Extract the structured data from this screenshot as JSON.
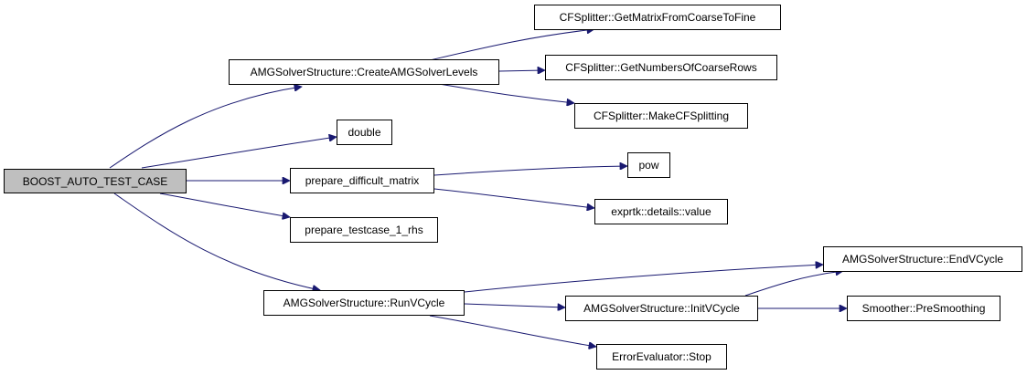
{
  "colors": {
    "edge": "#191970",
    "root_fill": "#bfbfbf",
    "node_fill": "#ffffff",
    "border": "#000000"
  },
  "nodes": {
    "boost_auto_test_case": "BOOST_AUTO_TEST_CASE",
    "create_amg_solver_levels": "AMGSolverStructure::CreateAMGSolverLevels",
    "get_matrix_from_coarse_to_fine": "CFSplitter::GetMatrixFromCoarseToFine",
    "get_numbers_of_coarse_rows": "CFSplitter::GetNumbersOfCoarseRows",
    "make_cf_splitting": "CFSplitter::MakeCFSplitting",
    "double": "double",
    "prepare_difficult_matrix": "prepare_difficult_matrix",
    "pow": "pow",
    "exprtk_details_value": "exprtk::details::value",
    "prepare_testcase_1_rhs": "prepare_testcase_1_rhs",
    "run_v_cycle": "AMGSolverStructure::RunVCycle",
    "end_v_cycle": "AMGSolverStructure::EndVCycle",
    "init_v_cycle": "AMGSolverStructure::InitVCycle",
    "pre_smoothing": "Smoother::PreSmoothing",
    "error_evaluator_stop": "ErrorEvaluator::Stop"
  }
}
